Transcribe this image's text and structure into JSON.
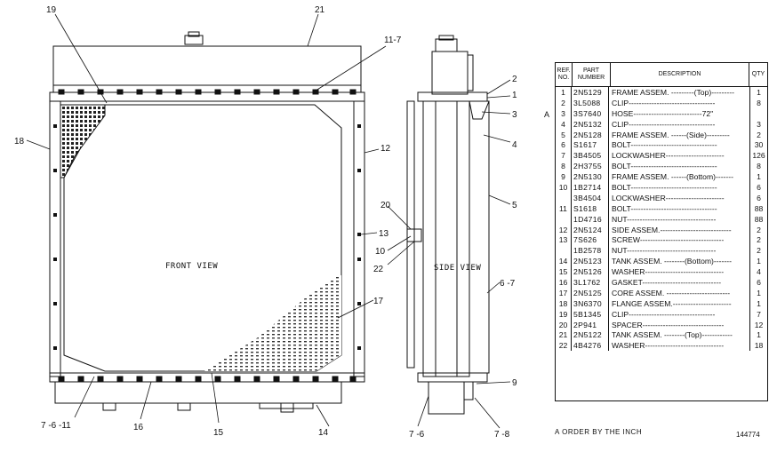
{
  "front_view": {
    "label": "FRONT VIEW",
    "callouts": [
      "19",
      "21",
      "11-7",
      "18",
      "12",
      "13",
      "17",
      "7 -6 -11",
      "16",
      "15",
      "14"
    ]
  },
  "side_view": {
    "label": "SIDE VIEW",
    "callouts": [
      "2",
      "1",
      "3",
      "4",
      "5",
      "20",
      "10",
      "22",
      "6 -7",
      "9",
      "7 -6",
      "7 -8"
    ]
  },
  "parts_table": {
    "headers": {
      "ref": "REF. NO.",
      "part": "PART NUMBER",
      "desc": "DESCRIPTION",
      "qty": "QTY"
    },
    "mark": "A",
    "rows": [
      {
        "ref": "1",
        "part": "2N5129",
        "desc": "FRAME ASSEM. ---------(Top)---------",
        "qty": "1"
      },
      {
        "ref": "2",
        "part": "3L5088",
        "desc": "CLIP----------------------------------",
        "qty": "8"
      },
      {
        "ref": "3",
        "part": "3S7640",
        "desc": "HOSE---------------------------72\"",
        "qty": ""
      },
      {
        "ref": "4",
        "part": "2N5132",
        "desc": "CLIP----------------------------------",
        "qty": "3"
      },
      {
        "ref": "5",
        "part": "2N5128",
        "desc": "FRAME ASSEM. ------(Side)---------",
        "qty": "2"
      },
      {
        "ref": "6",
        "part": "S1617",
        "desc": "BOLT----------------------------------",
        "qty": "30"
      },
      {
        "ref": "7",
        "part": "3B4505",
        "desc": "LOCKWASHER-----------------------",
        "qty": "126"
      },
      {
        "ref": "8",
        "part": "2H3755",
        "desc": "BOLT----------------------------------",
        "qty": "8"
      },
      {
        "ref": "9",
        "part": "2N5130",
        "desc": "FRAME ASSEM. ------(Bottom)-------",
        "qty": "1"
      },
      {
        "ref": "10",
        "part": "1B2714",
        "desc": "BOLT----------------------------------",
        "qty": "6"
      },
      {
        "ref": "",
        "part": "3B4504",
        "desc": "LOCKWASHER-----------------------",
        "qty": "6"
      },
      {
        "ref": "11",
        "part": "S1618",
        "desc": "BOLT----------------------------------",
        "qty": "88"
      },
      {
        "ref": "",
        "part": "1D4716",
        "desc": "NUT-----------------------------------",
        "qty": "88"
      },
      {
        "ref": "12",
        "part": "2N5124",
        "desc": "SIDE ASSEM.----------------------------",
        "qty": "2"
      },
      {
        "ref": "13",
        "part": "7S626",
        "desc": "SCREW---------------------------------",
        "qty": "2"
      },
      {
        "ref": "",
        "part": "1B2578",
        "desc": "NUT-----------------------------------",
        "qty": "2"
      },
      {
        "ref": "14",
        "part": "2N5123",
        "desc": "TANK ASSEM. --------(Bottom)-------",
        "qty": "1"
      },
      {
        "ref": "15",
        "part": "2N5126",
        "desc": "WASHER-------------------------------",
        "qty": "4"
      },
      {
        "ref": "16",
        "part": "3L1762",
        "desc": "GASKET-------------------------------",
        "qty": "6"
      },
      {
        "ref": "17",
        "part": "2N5125",
        "desc": "CORE ASSEM. -------------------------",
        "qty": "1"
      },
      {
        "ref": "18",
        "part": "3N6370",
        "desc": "FLANGE ASSEM.-----------------------",
        "qty": "1"
      },
      {
        "ref": "19",
        "part": "5B1345",
        "desc": "CLIP----------------------------------",
        "qty": "7"
      },
      {
        "ref": "20",
        "part": "2P941",
        "desc": "SPACER--------------------------------",
        "qty": "12"
      },
      {
        "ref": "21",
        "part": "2N5122",
        "desc": "TANK ASSEM. --------(Top)------------",
        "qty": "1"
      },
      {
        "ref": "22",
        "part": "4B4276",
        "desc": "WASHER-------------------------------",
        "qty": "18"
      }
    ]
  },
  "footnote": "A ORDER BY THE INCH",
  "figure_number": "144774"
}
